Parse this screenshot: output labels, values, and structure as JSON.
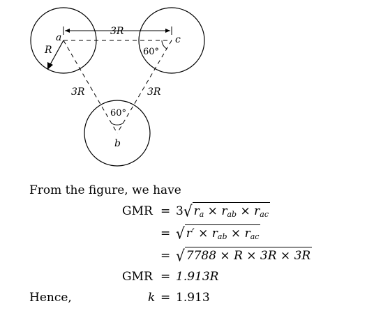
{
  "figure": {
    "labels": {
      "a": "a",
      "b": "b",
      "c": "c",
      "R": "R",
      "dist_ac": "3R",
      "dist_ab": "3R",
      "dist_cb": "3R",
      "angle_c": "60°",
      "angle_b": "60°"
    }
  },
  "text": {
    "intro": "From the figure, we have",
    "hence": "Hence,"
  },
  "equations": {
    "lhs1": "GMR",
    "eq1_coef": "3",
    "eq1_rad": [
      "r",
      "a",
      " × r",
      "ab",
      " × r",
      "ac"
    ],
    "eq2_rad_a": "r′ × r",
    "eq2_sub_ab": "ab",
    "eq2_mid": " × r",
    "eq2_sub_ac": "ac",
    "eq3_rad": "7788 × R × 3R × 3R",
    "lhs4": "GMR",
    "eq4": "1.913R",
    "lhs5": "k",
    "eq5": "1.913",
    "equals": "="
  }
}
